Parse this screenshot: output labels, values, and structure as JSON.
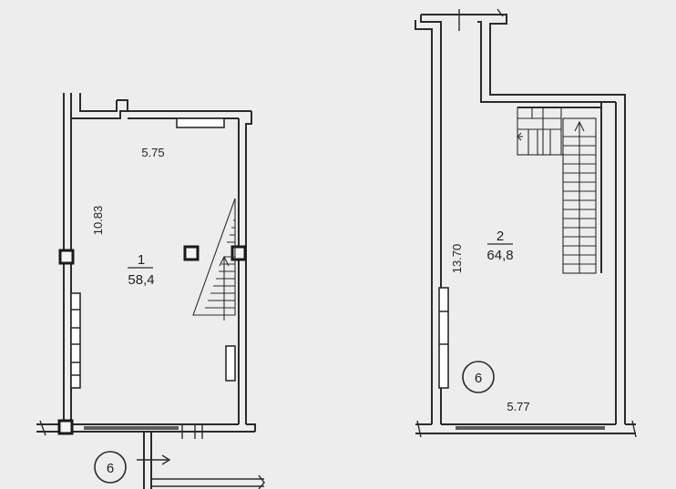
{
  "plan": {
    "left_unit": {
      "room_number": "1",
      "room_area": "58,4",
      "width_label": "5.75",
      "length_label": "10.83",
      "entrance_marker": "6"
    },
    "right_unit": {
      "room_number": "2",
      "room_area": "64,8",
      "width_label": "5.77",
      "length_label": "13.70",
      "entrance_marker": "6"
    },
    "colors": {
      "background": "#ecedec",
      "line": "#2b2b2b"
    }
  }
}
